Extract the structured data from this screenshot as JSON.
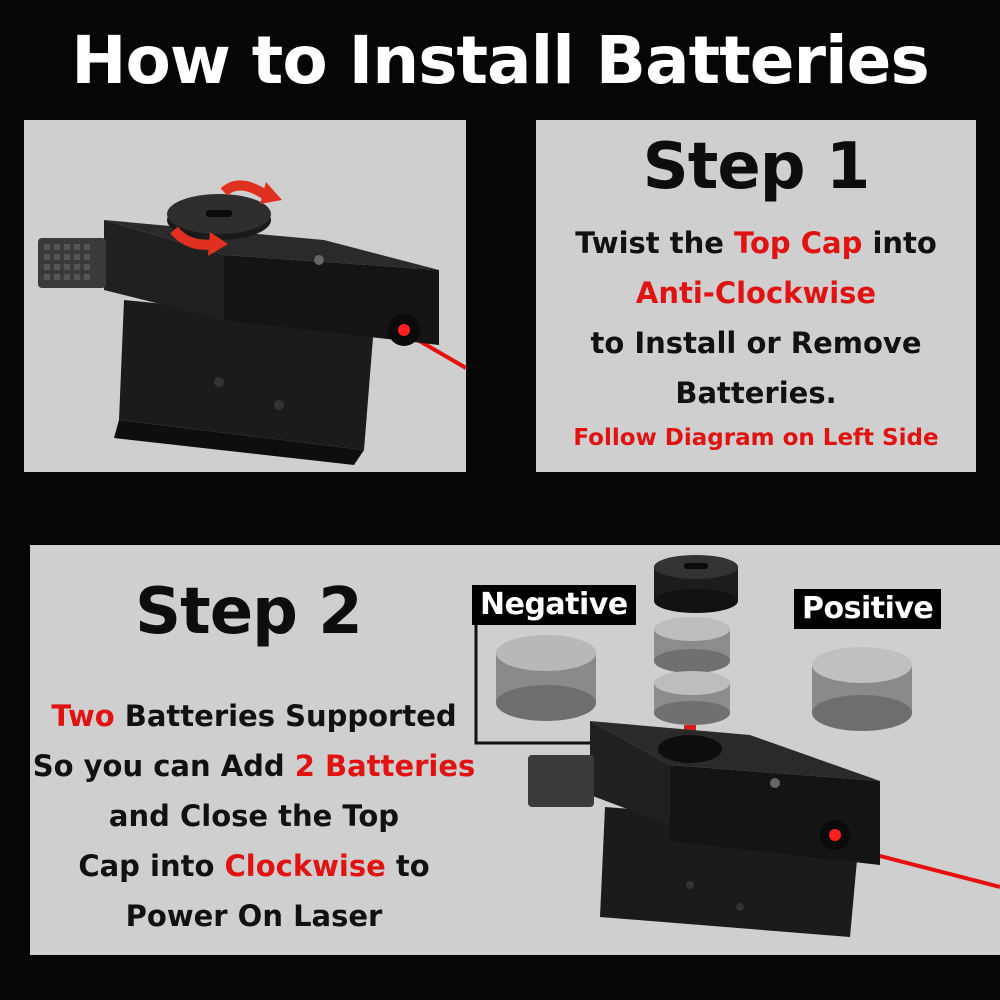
{
  "title": "How to Install Batteries",
  "step1": {
    "heading": "Step 1",
    "line1_a": "Twist the ",
    "line1_red": "Top Cap",
    "line1_b": " into",
    "line2_red": "Anti-Clockwise",
    "line3": "to Install or Remove",
    "line4": "Batteries.",
    "note": "Follow Diagram on Left Side"
  },
  "step2": {
    "heading": "Step 2",
    "line1_red": "Two",
    "line1_b": " Batteries Supported",
    "line2_a": "So you can Add ",
    "line2_red": "2 Batteries",
    "line3": "and Close the Top",
    "line4_a": "Cap into ",
    "line4_red": "Clockwise",
    "line4_b": " to",
    "line5": "Power On Laser"
  },
  "labels": {
    "negative": "Negative",
    "positive": "Positive"
  },
  "colors": {
    "accent_red": "#e01212",
    "panel_gray": "#cfcfcf",
    "background": "#060606"
  }
}
